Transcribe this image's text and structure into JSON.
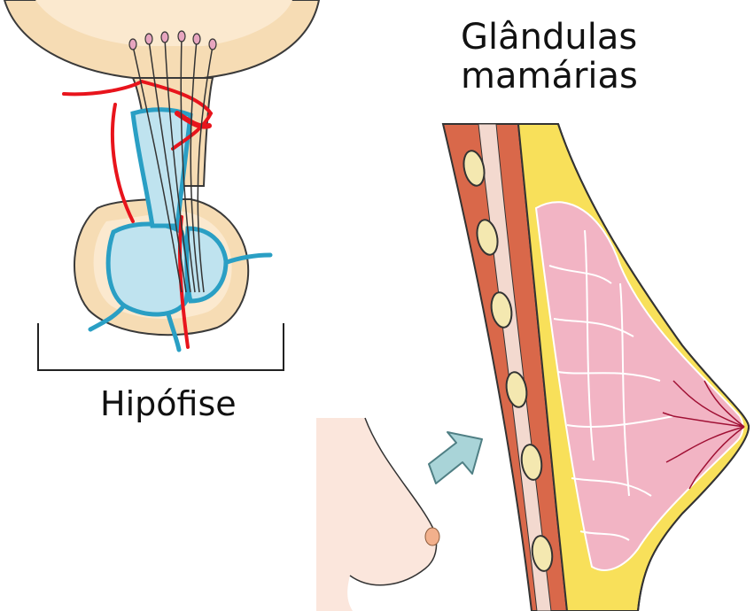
{
  "labels": {
    "pituitary": "Hipófise",
    "mammary_line1": "Glândulas",
    "mammary_line2": "mamárias"
  },
  "colors": {
    "tissue_beige": "#f6dcb4",
    "tissue_outline": "#3a3a3a",
    "artery_red": "#e8141c",
    "vein_blue": "#2a9fc4",
    "muscle": "#d9684a",
    "fat_yellow": "#f8e05a",
    "gland_pink": "#f2b4c4",
    "skin": "#fbe6dc",
    "arrow": "#a9d4d8"
  }
}
